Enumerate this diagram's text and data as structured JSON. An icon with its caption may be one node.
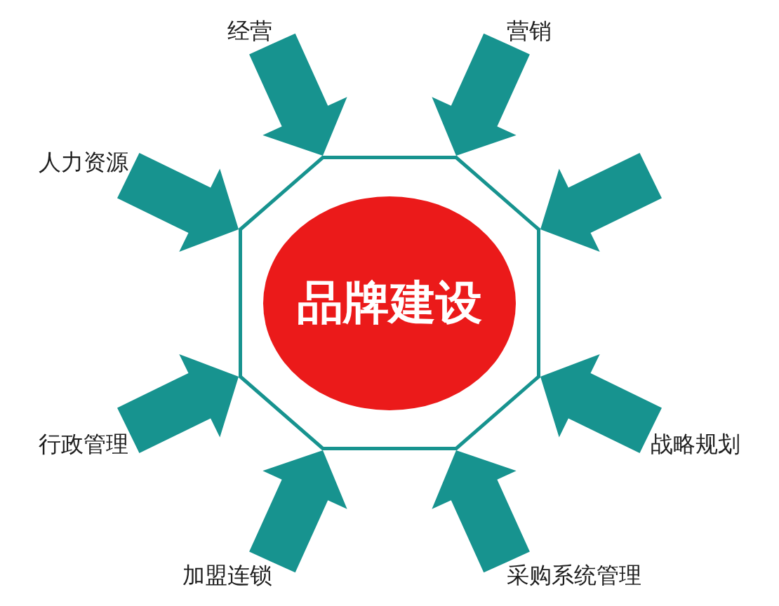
{
  "diagram": {
    "nodes": [
      {
        "text": [
          "经营"
        ]
      },
      {
        "text": [
          "营销"
        ]
      },
      {
        "text": [],
        "shape": "octagon"
      },
      {
        "text": [
          "品牌建设"
        ],
        "in": 2
      },
      {
        "text": [
          "人力资源"
        ]
      },
      {
        "text": [
          "行政管理"
        ]
      },
      {
        "text": [
          "战略规划"
        ]
      },
      {
        "text": [
          "加盟连锁"
        ]
      },
      {
        "text": [
          "采购系统管理"
        ]
      }
    ],
    "edges": [
      {
        "from": 0,
        "to": 2,
        "arrow": "to"
      },
      {
        "from": 1,
        "to": 2,
        "arrow": "to"
      },
      {
        "from": 4,
        "to": 2,
        "arrow": "to"
      },
      {
        "from": null,
        "to": 2,
        "arrow": "to"
      },
      {
        "from": 5,
        "to": 2,
        "arrow": "to"
      },
      {
        "from": 6,
        "to": 2,
        "arrow": "to"
      },
      {
        "from": 7,
        "to": 2,
        "arrow": "to"
      },
      {
        "from": 8,
        "to": 2,
        "arrow": "to"
      }
    ]
  }
}
